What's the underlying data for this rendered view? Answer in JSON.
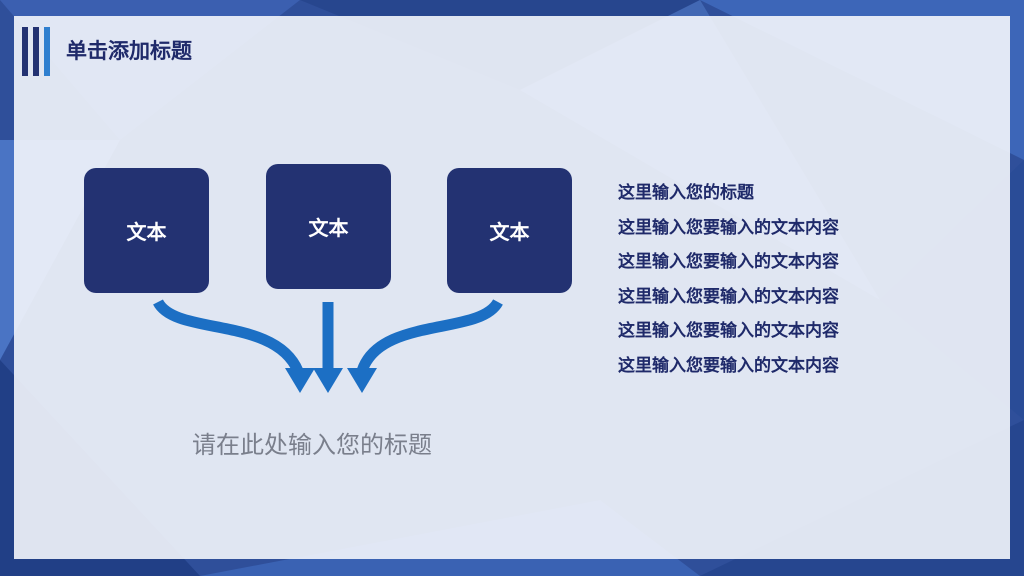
{
  "slide": {
    "title": "单击添加标题",
    "boxes": [
      "文本",
      "文本",
      "文本"
    ],
    "caption": "请在此处输入您的标题",
    "text_list": [
      "这里输入您的标题",
      "这里输入您要输入的文本内容",
      "这里输入您要输入的文本内容",
      "这里输入您要输入的文本内容",
      "这里输入您要输入的文本内容",
      "这里输入您要输入的文本内容"
    ]
  },
  "colors": {
    "background": "#2f4f9a",
    "panel": "#f4f6fc",
    "box_fill": "#233272",
    "arrow": "#1c6fc4",
    "title_text": "#1f2a6a",
    "caption_text": "#7a7f8c"
  },
  "icons": {
    "title_accent": "vertical-bars-icon",
    "arrows": "converging-down-arrows-icon"
  }
}
